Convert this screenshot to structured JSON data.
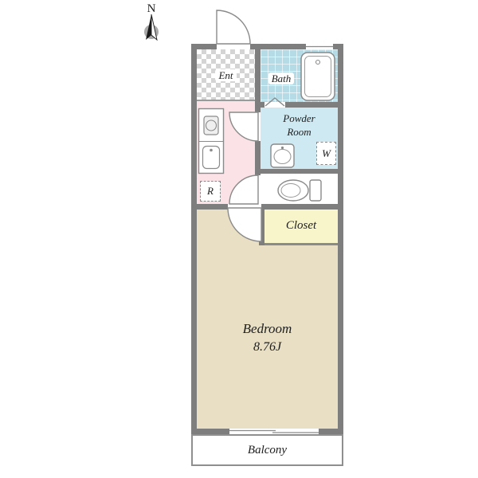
{
  "compass": {
    "label": "N"
  },
  "rooms": {
    "ent": {
      "label": "Ent"
    },
    "bath": {
      "label": "Bath"
    },
    "powder_room": {
      "label": "Powder\nRoom"
    },
    "closet": {
      "label": "Closet"
    },
    "bedroom": {
      "label": "Bedroom",
      "size": "8.76J"
    },
    "balcony": {
      "label": "Balcony"
    }
  },
  "markers": {
    "washing_machine": {
      "label": "W"
    },
    "refrigerator": {
      "label": "R"
    }
  },
  "fixtures": {
    "bathtub": "bathtub-icon",
    "washbasin": "washbasin-icon",
    "toilet": "toilet-icon",
    "kitchen_counter": "kitchen-counter-icon",
    "stove": "stove-icon",
    "kitchen_sink": "kitchen-sink-icon",
    "north_arrow": "north-arrow-icon"
  },
  "colors": {
    "wall": "#7e7e7e",
    "bath_floor": "#b5dbe7",
    "powder_floor": "#cfe9f2",
    "kitchen_floor": "#fbe2e6",
    "closet_floor": "#f9f5cb",
    "bedroom_floor": "#e9dfc4",
    "ent_checker": "#d4d4d4",
    "balcony_floor": "#ffffff"
  }
}
